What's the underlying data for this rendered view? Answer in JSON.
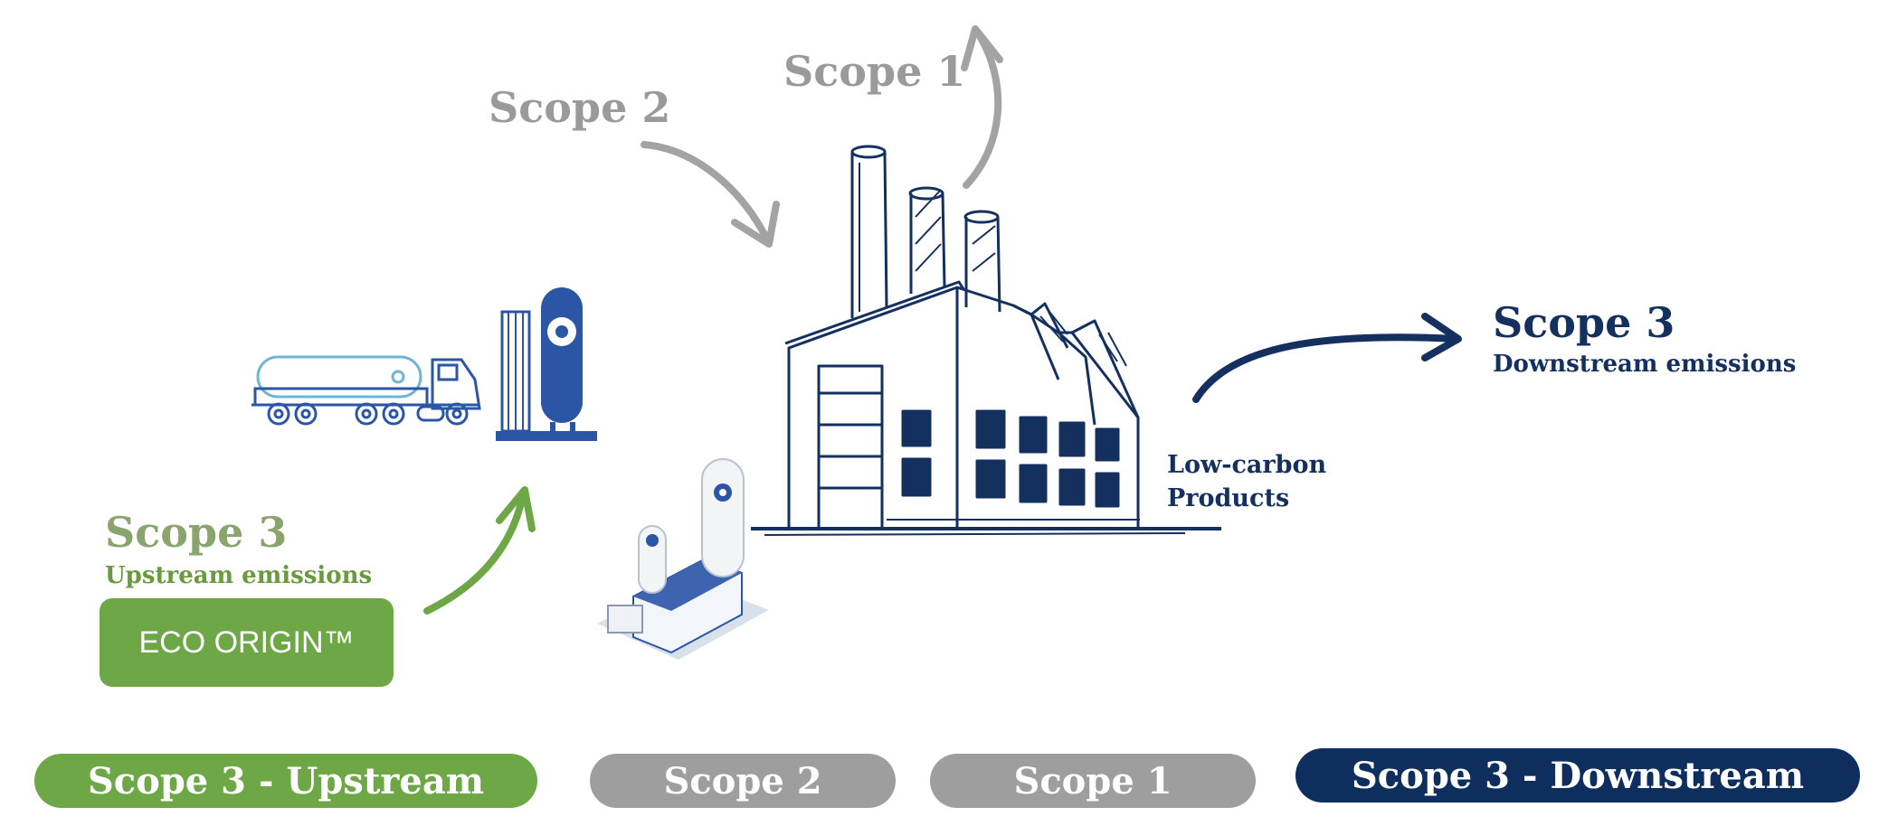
{
  "labels": {
    "scope1": "Scope 1",
    "scope2": "Scope 2",
    "scope3_downstream_title": "Scope 3",
    "scope3_downstream_sub": "Downstream emissions",
    "scope3_upstream_title": "Scope 3",
    "scope3_upstream_sub": "Upstream emissions",
    "lowcarbon_line1": "Low-carbon",
    "lowcarbon_line2": "Products"
  },
  "eco_origin": "ECO ORIGIN™",
  "bottom_bar": [
    {
      "label": "Scope 3 - Upstream",
      "color": "#6ea746"
    },
    {
      "label": "Scope 2",
      "color": "#9e9e9e"
    },
    {
      "label": "Scope 1",
      "color": "#9e9e9e"
    },
    {
      "label": "Scope 3 - Downstream",
      "color": "#0e2f5e"
    }
  ],
  "colors": {
    "navy": "#14305f",
    "green": "#6ea746",
    "gray": "#9e9e9e",
    "blue": "#2b56a6"
  },
  "icons": [
    "tanker-truck-icon",
    "storage-tank-icon",
    "on-site-plant-icon",
    "factory-sketch-icon"
  ]
}
